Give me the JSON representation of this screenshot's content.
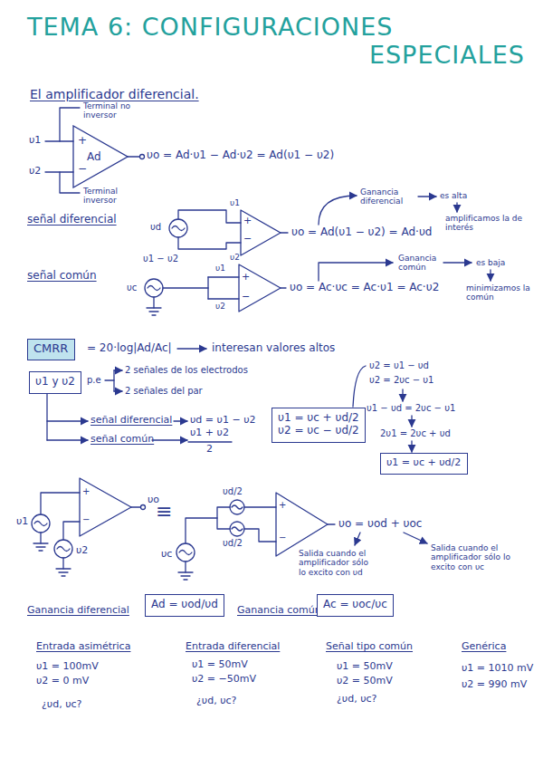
{
  "diagram": {
    "title": "TEMA 6: CONFIGURACIONES ESPECIALES",
    "nodes": [
      {
        "text": [
          "Ad"
        ]
      },
      {
        "text": [
          "CMRR"
        ]
      },
      {
        "text": [
          "υ1 y υ2"
        ]
      },
      {
        "text": [
          "υ1 = υc + υd/2",
          "υ2 = υc − υd/2"
        ]
      },
      {
        "text": [
          "υ1 = υc + υd/2"
        ]
      },
      {
        "text": [
          "Ad = υod/υd"
        ]
      },
      {
        "text": [
          "Ac = υoc/υc"
        ]
      }
    ],
    "labels": [
      "El amplificador diferencial.",
      "Terminal no inversor",
      "υ1",
      "+",
      "−",
      "υ2",
      "Terminal inversor",
      "υo = Ad·υ1 − Ad·υ2 = Ad(υ1 − υ2)",
      "Ganancia diferencial",
      "es alta",
      "amplificamos la de interés",
      "señal diferencial",
      "υd",
      "υ1 − υ2",
      "υ1",
      "υ2",
      "+",
      "−",
      "υo = Ad(υ1 − υ2) = Ad·υd",
      "señal común",
      "υc",
      "υ1",
      "υ2",
      "+",
      "−",
      "υo = Ac·υc = Ac·υ1 = Ac·υ2",
      "Ganancia común",
      "es baja",
      "minimizamos la común",
      "= 20·log|Ad/Ac|",
      "interesan valores altos",
      "p.e",
      "2 señales de los electrodos",
      "2 señales del par",
      "señal diferencial",
      "υd = υ1 − υ2",
      "señal común",
      "υ1 + υ2",
      "2",
      "υ2 = υ1 − υd",
      "υ2 = 2υc − υ1",
      "υ1 − υd = 2υc − υ1",
      "2υ1 = 2υc + υd",
      "υ1",
      "υ2",
      "υo",
      "≡",
      "υd/2",
      "υd/2",
      "υc",
      "υo = υod + υoc",
      "Salida cuando el amplificador sólo lo excito con υd",
      "Salida cuando el amplificador sólo lo excito con υc",
      "Ganancia diferencial",
      "Ganancia común",
      "Entrada asimétrica",
      "υ1 = 100mV",
      "υ2 = 0 mV",
      "¿υd, υc?",
      "Entrada diferencial",
      "υ1 = 50mV",
      "υ2 = −50mV",
      "¿υd, υc?",
      "Señal tipo común",
      "υ1 = 50mV",
      "υ2 = 50mV",
      "¿υd, υc?",
      "Genérica",
      "υ1 = 1010 mV",
      "υ2 = 990 mV",
      "+",
      "−",
      "+",
      "−"
    ]
  }
}
